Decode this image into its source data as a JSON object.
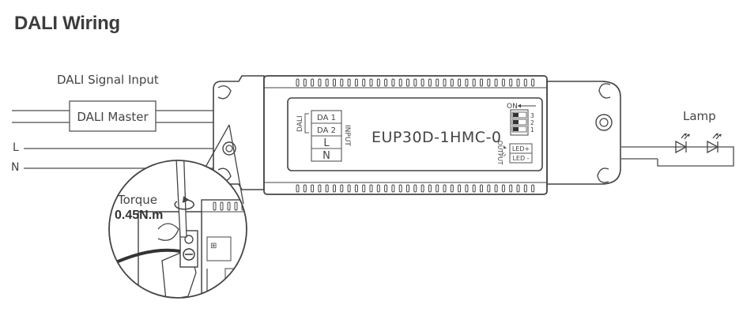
{
  "title": "DALI Wiring",
  "signal_input_label": "DALI Signal Input",
  "master_label": "DALI Master",
  "line_label": "L",
  "neutral_label": "N",
  "lamp_label": "Lamp",
  "driver": {
    "model": "EUP30D-1HMC-0",
    "input_label": "INPUT",
    "dali_label": "DALI",
    "terminals": [
      "DA 1",
      "DA 2",
      "L",
      "N"
    ],
    "output_label": "OUTPUT",
    "output_terminals": [
      "LED+",
      "LED -"
    ],
    "switch_label": "ON",
    "switch_numbers": [
      "3",
      "2",
      "1"
    ]
  },
  "torque_label": "Torque",
  "torque_value": "0.45N.m"
}
